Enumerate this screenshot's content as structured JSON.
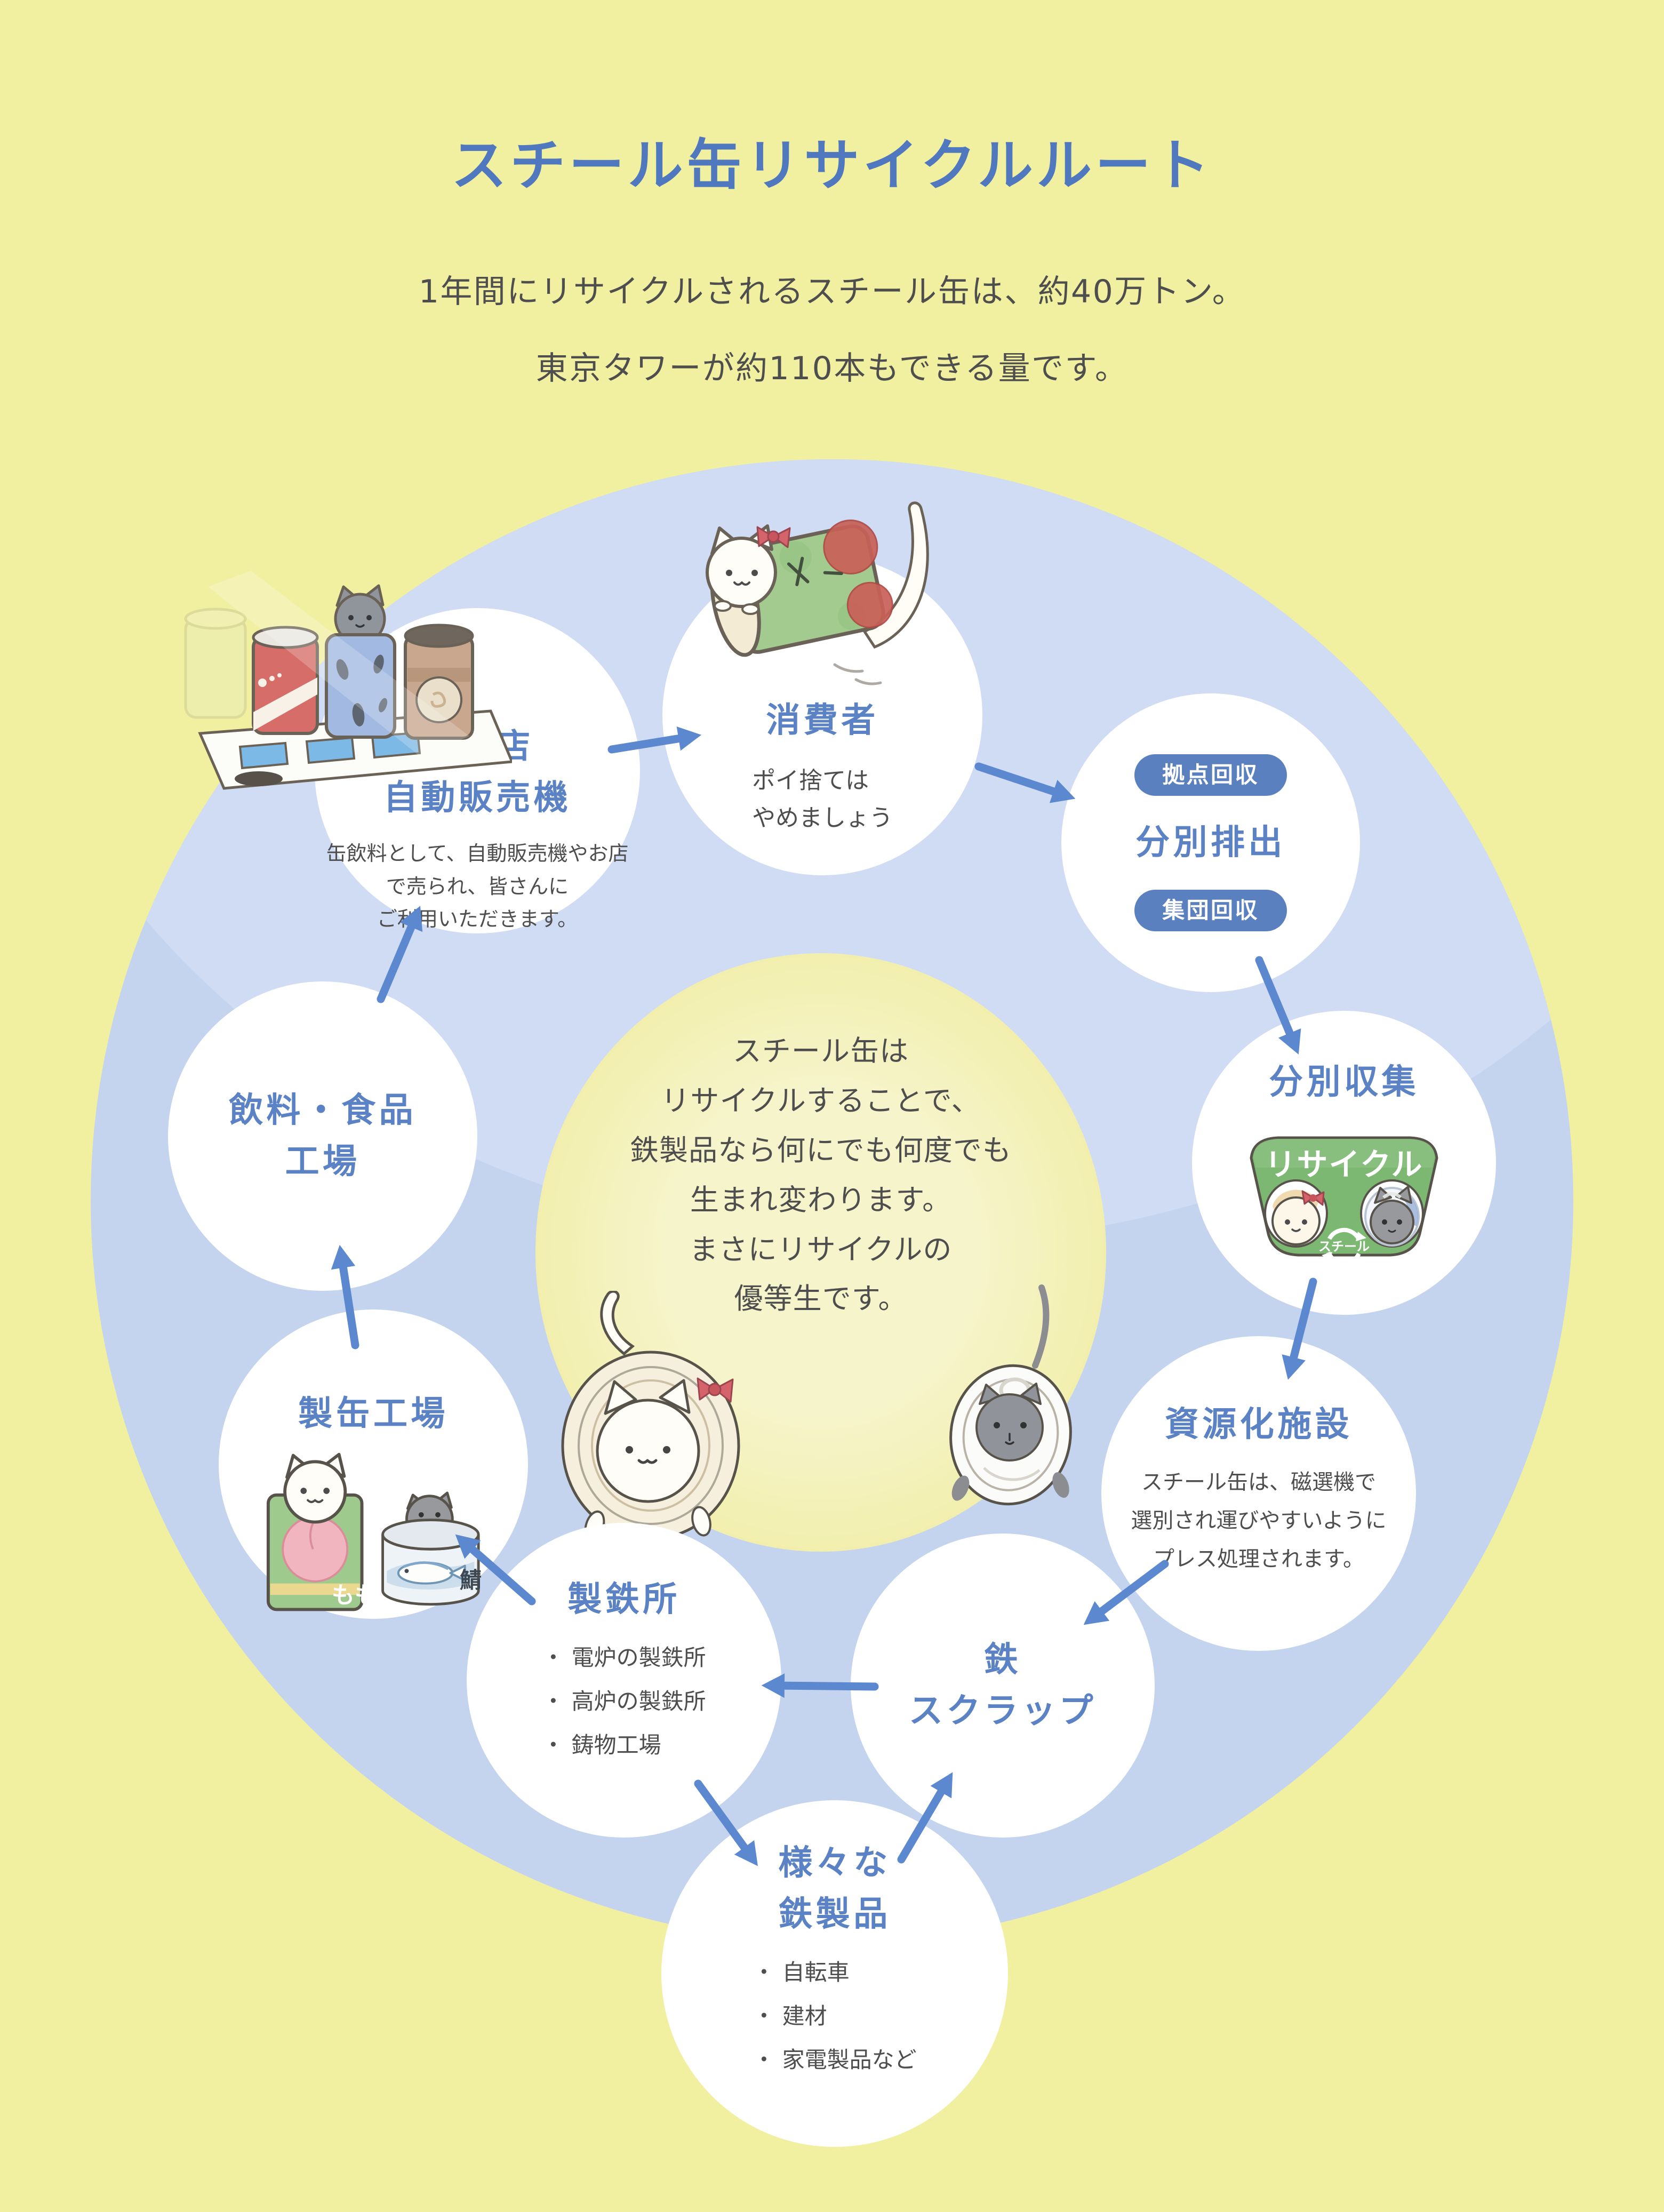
{
  "header": {
    "title": "スチール缶リサイクルルート",
    "subtitle1": "1年間にリサイクルされるスチール缶は、約40万トン。",
    "subtitle2": "東京タワーが約110本もできる量です。"
  },
  "center_message": {
    "lines": [
      "スチール缶は",
      "リサイクルすることで、",
      "鉄製品なら何にでも何度でも",
      "生まれ変わります。",
      "まさにリサイクルの",
      "優等生です。"
    ]
  },
  "nodes": {
    "consumer": {
      "title": "消費者",
      "body": [
        "ポイ捨ては",
        "やめましょう"
      ]
    },
    "sorted_discharge": {
      "title": "分別排出",
      "badge_top": "拠点回収",
      "badge_bottom": "集団回収"
    },
    "sorted_collection": {
      "title": "分別収集"
    },
    "resource_facility": {
      "title": "資源化施設",
      "body": [
        "スチール缶は、磁選機で",
        "選別され運びやすいように",
        "プレス処理されます。"
      ]
    },
    "iron_scrap": {
      "title": [
        "鉄",
        "スクラップ"
      ]
    },
    "various_iron_products": {
      "title": [
        "様々な",
        "鉄製品"
      ],
      "bullets": [
        "・ 自転車",
        "・ 建材",
        "・ 家電製品など"
      ]
    },
    "steel_mill": {
      "title": "製鉄所",
      "bullets": [
        "・ 電炉の製鉄所",
        "・ 高炉の製鉄所",
        "・ 鋳物工場"
      ]
    },
    "can_factory": {
      "title": "製缶工場"
    },
    "beverage_food_factory": {
      "title": [
        "飲料・食品",
        "工場"
      ]
    },
    "retail_vending": {
      "title": [
        "小売店",
        "自動販売機"
      ],
      "body": [
        "缶飲料として、自動販売機やお店",
        "で売られ、皆さんに",
        "ご利用いただきます。"
      ]
    }
  },
  "illustrations": {
    "recycle_bin_label": "リサイクル",
    "steel_mark_label": "スチール",
    "peach_can_label": "もも",
    "fish_can_label": "鯖"
  },
  "colors": {
    "background_yellow": "#f1efa0",
    "ring_blue": "#c4d4ee",
    "ring_blue_light": "#cfdcf4",
    "center_pool_yellow": "#f4f1c1",
    "title_blue": "#5078bf",
    "node_title_blue": "#5a82c4",
    "badge_blue": "#5b80c0",
    "arrow_blue": "#5c88d0",
    "body_text": "#4e4e4e",
    "bin_green": "#7db873"
  }
}
